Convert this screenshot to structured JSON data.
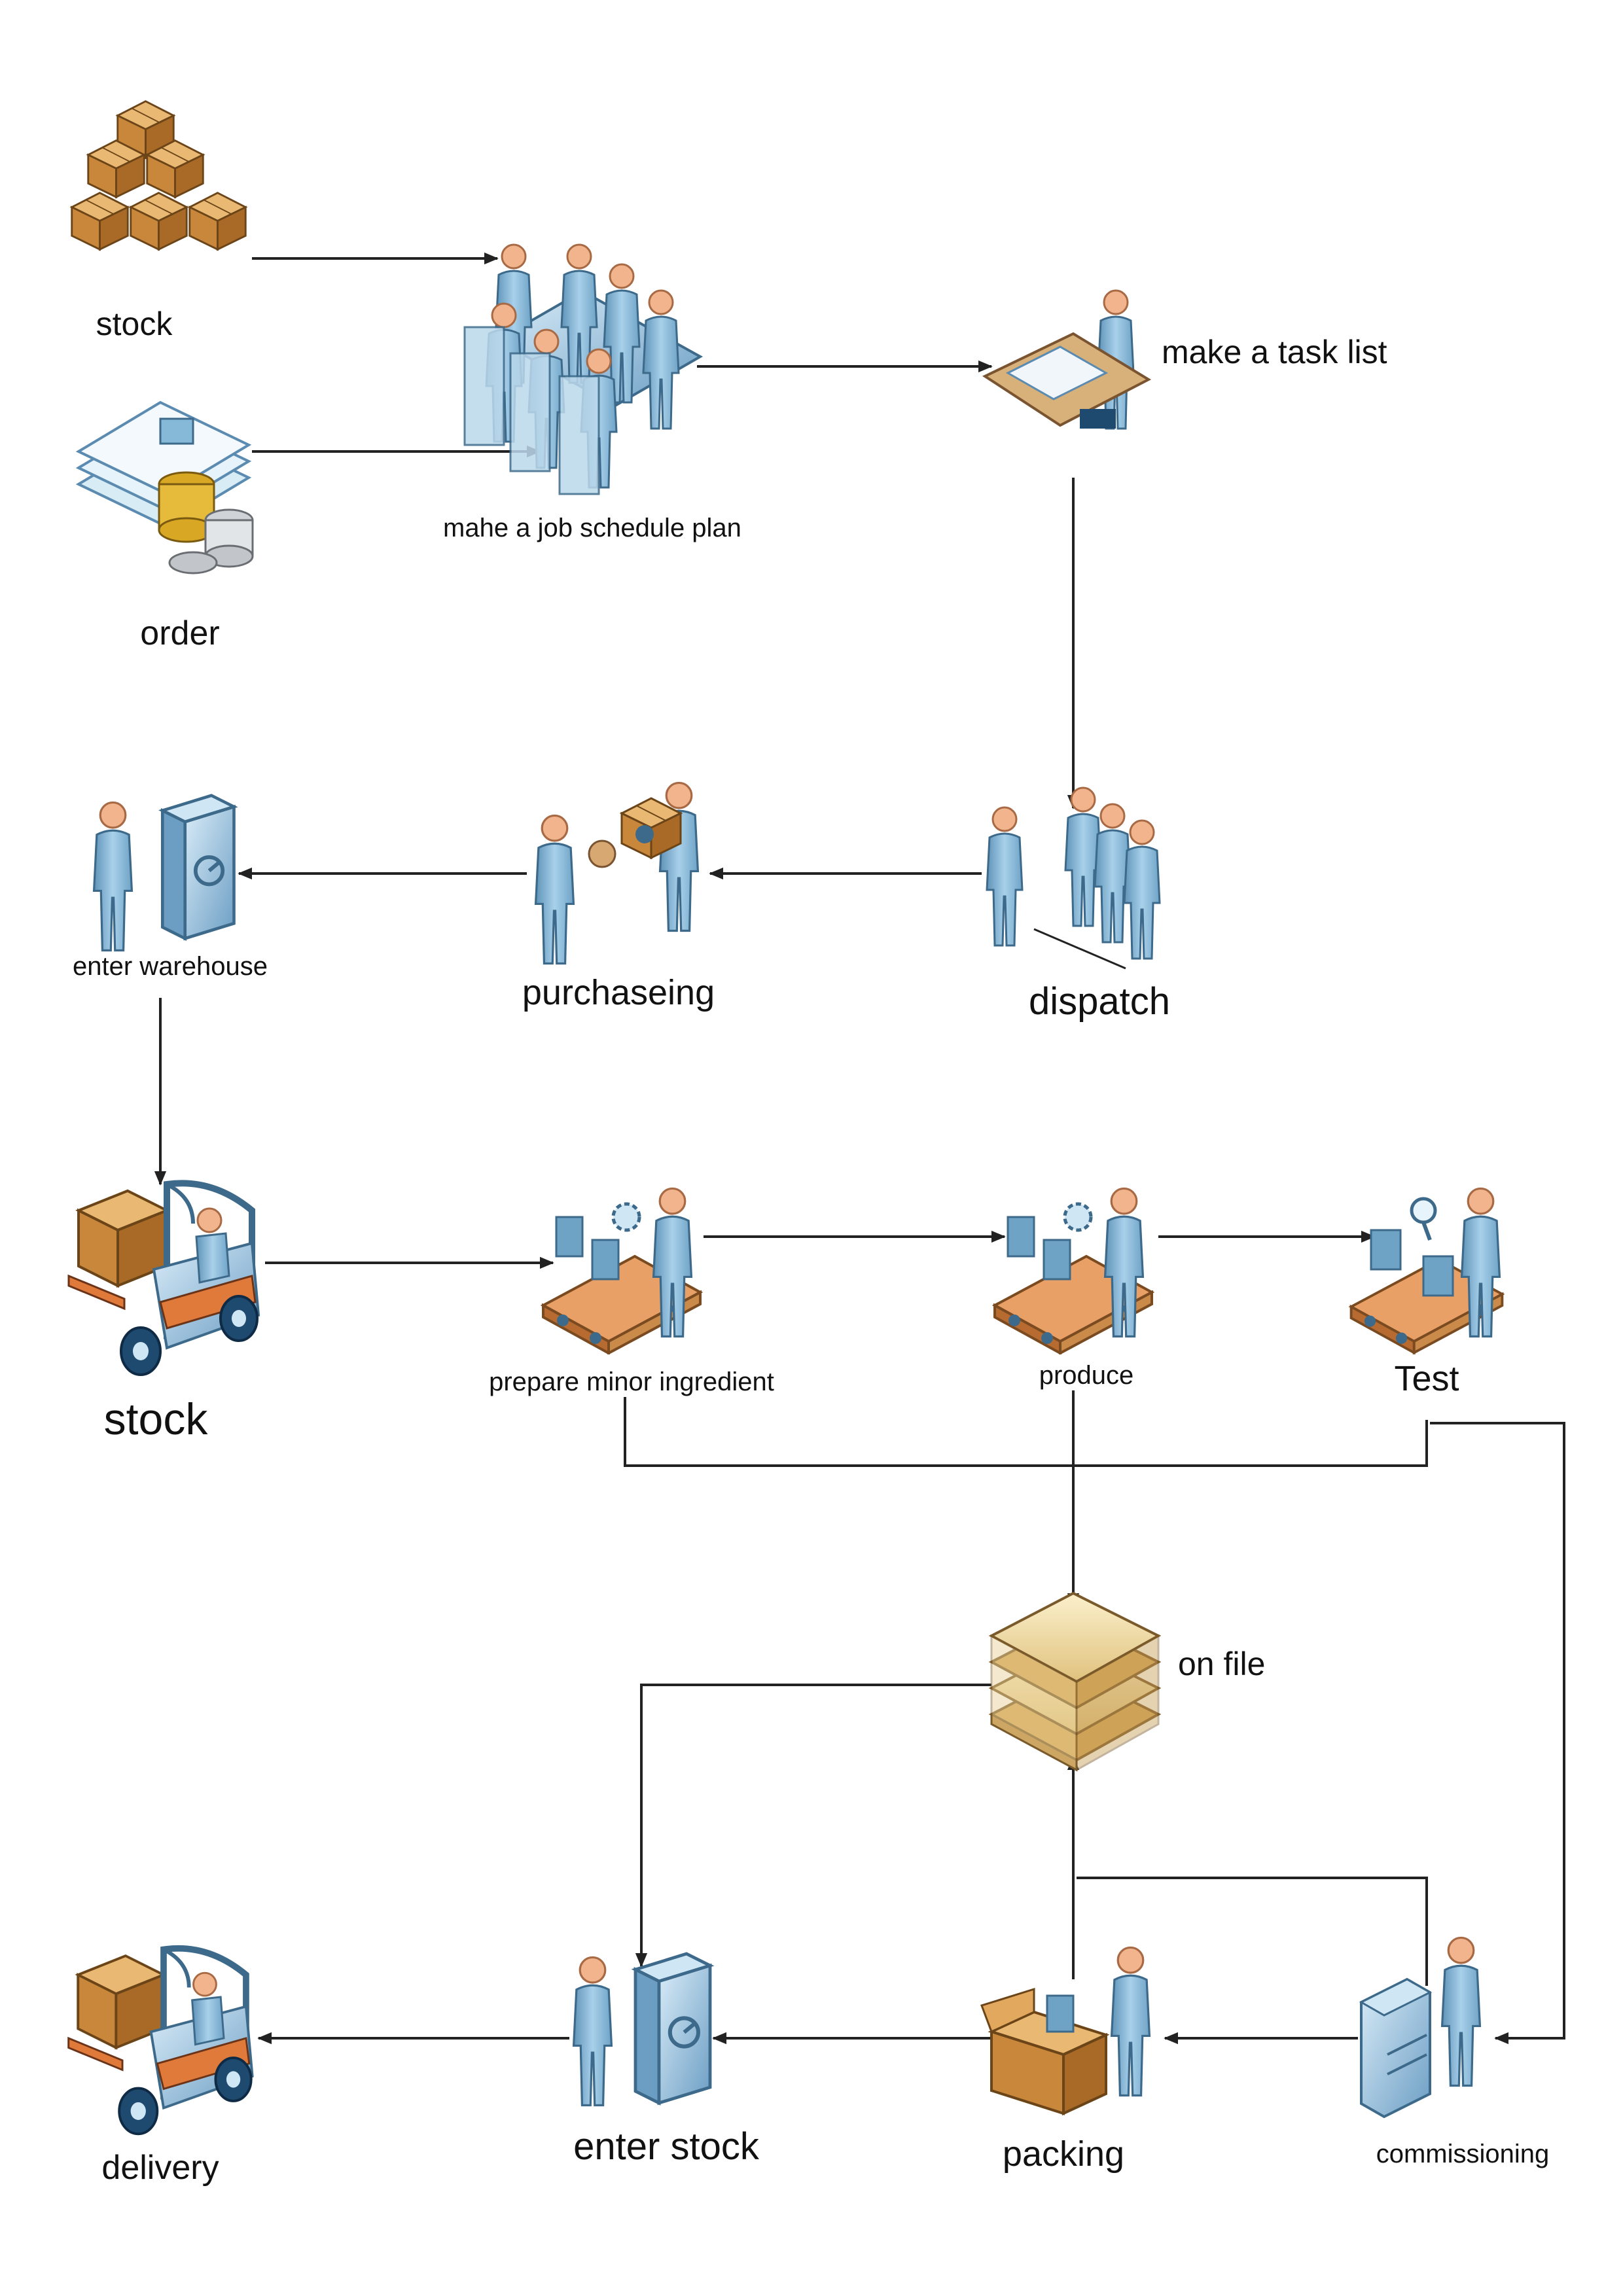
{
  "nodes": {
    "stock_top": {
      "label": "stock",
      "icon": "cardboard-boxes-icon"
    },
    "order": {
      "label": "order",
      "icon": "documents-and-coins-icon"
    },
    "job_plan": {
      "label": "mahe a job schedule plan",
      "icon": "meeting-table-icon"
    },
    "task_list": {
      "label": "make a task list",
      "icon": "person-at-desk-icon"
    },
    "dispatch": {
      "label": "dispatch",
      "icon": "group-of-workers-icon"
    },
    "purchasing": {
      "label": "purchaseing",
      "icon": "person-handing-package-icon"
    },
    "enter_warehouse": {
      "label": "enter warehouse",
      "icon": "person-at-safe-icon"
    },
    "stock_forklift": {
      "label": "stock",
      "icon": "forklift-icon"
    },
    "prepare_minor": {
      "label": "prepare minor ingredient",
      "icon": "assembly-line-worker-icon"
    },
    "produce": {
      "label": "produce",
      "icon": "assembly-line-worker-icon"
    },
    "test": {
      "label": "Test",
      "icon": "inspector-conveyor-icon"
    },
    "on_file": {
      "label": "on file",
      "icon": "file-stack-icon"
    },
    "commissioning": {
      "label": "commissioning",
      "icon": "person-at-machine-icon"
    },
    "packing": {
      "label": "packing",
      "icon": "person-packing-box-icon"
    },
    "enter_stock": {
      "label": "enter stock",
      "icon": "person-at-safe-icon"
    },
    "delivery": {
      "label": "delivery",
      "icon": "forklift-icon"
    }
  },
  "colors": {
    "line": "#222222",
    "person_body": "#86b8d8",
    "person_head": "#f2b48c",
    "cardboard": "#c98a3e",
    "conveyor": "#e8a066",
    "paper": "#f1dfae"
  }
}
